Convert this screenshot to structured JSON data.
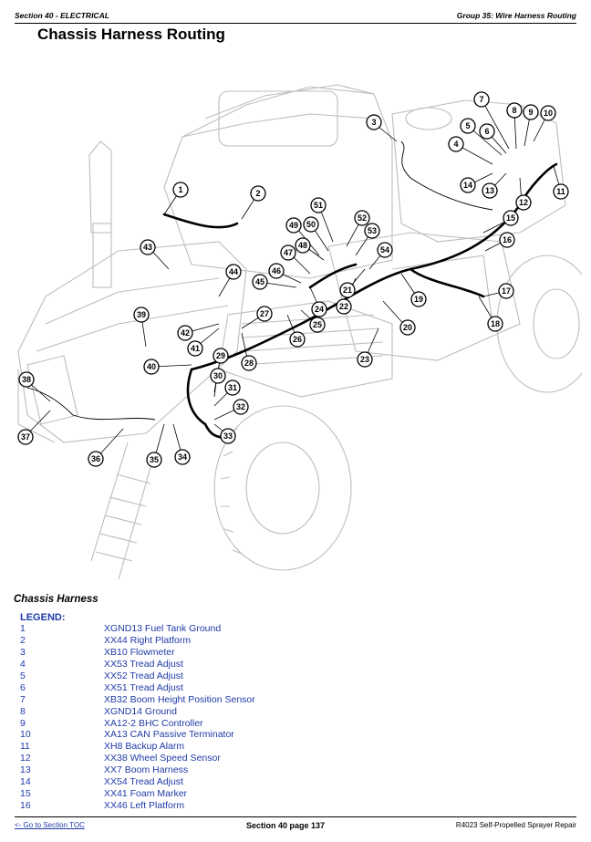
{
  "header": {
    "section": "Section 40 - ELECTRICAL",
    "group": "Group 35: Wire Harness Routing"
  },
  "page_title": "Chassis Harness Routing",
  "figure": {
    "callouts": [
      "1",
      "2",
      "3",
      "4",
      "5",
      "6",
      "7",
      "8",
      "9",
      "10",
      "11",
      "12",
      "13",
      "14",
      "15",
      "16",
      "17",
      "18",
      "19",
      "20",
      "21",
      "22",
      "23",
      "24",
      "25",
      "26",
      "27",
      "28",
      "29",
      "30",
      "31",
      "32",
      "33",
      "34",
      "35",
      "36",
      "37",
      "38",
      "39",
      "40",
      "41",
      "42",
      "43",
      "44",
      "45",
      "46",
      "47",
      "48",
      "49",
      "50",
      "51",
      "52",
      "53",
      "54"
    ]
  },
  "subtitle": "Chassis Harness",
  "legend": {
    "title": "LEGEND:",
    "items": [
      {
        "num": "1",
        "desc": "XGND13 Fuel Tank Ground"
      },
      {
        "num": "2",
        "desc": "XX44 Right Platform"
      },
      {
        "num": "3",
        "desc": "XB10 Flowmeter"
      },
      {
        "num": "4",
        "desc": "XX53 Tread Adjust"
      },
      {
        "num": "5",
        "desc": "XX52 Tread Adjust"
      },
      {
        "num": "6",
        "desc": "XX51 Tread Adjust"
      },
      {
        "num": "7",
        "desc": "XB32 Boom Height Position Sensor"
      },
      {
        "num": "8",
        "desc": "XGND14 Ground"
      },
      {
        "num": "9",
        "desc": "XA12-2 BHC Controller"
      },
      {
        "num": "10",
        "desc": "XA13 CAN Passive Terminator"
      },
      {
        "num": "11",
        "desc": "XH8 Backup Alarm"
      },
      {
        "num": "12",
        "desc": "XX38 Wheel Speed Sensor"
      },
      {
        "num": "13",
        "desc": "XX7 Boom Harness"
      },
      {
        "num": "14",
        "desc": "XX54 Tread Adjust"
      },
      {
        "num": "15",
        "desc": "XX41 Foam Marker"
      },
      {
        "num": "16",
        "desc": "XX46 Left Platform"
      }
    ]
  },
  "footer": {
    "toc_link": "<- Go to Section TOC",
    "page": "Section 40 page 137",
    "manual": "R4023 Self-Propelled Sprayer Repair"
  }
}
